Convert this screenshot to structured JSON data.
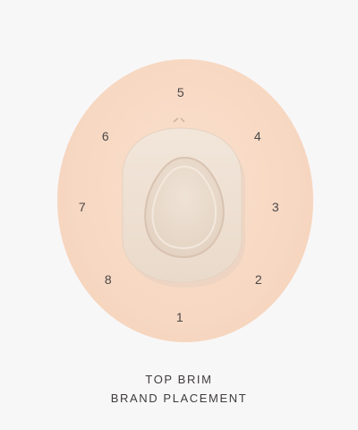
{
  "positions": [
    "1",
    "2",
    "3",
    "4",
    "5",
    "6",
    "7",
    "8"
  ],
  "caption": {
    "line1": "TOP BRIM",
    "line2": "BRAND PLACEMENT"
  },
  "colors": {
    "background": "#f8f7f8",
    "brim": "#f7d8c2",
    "crown": "#f3e8dc",
    "text": "#4a4748"
  },
  "image": {
    "subject": "hat-top-view-illustration"
  }
}
